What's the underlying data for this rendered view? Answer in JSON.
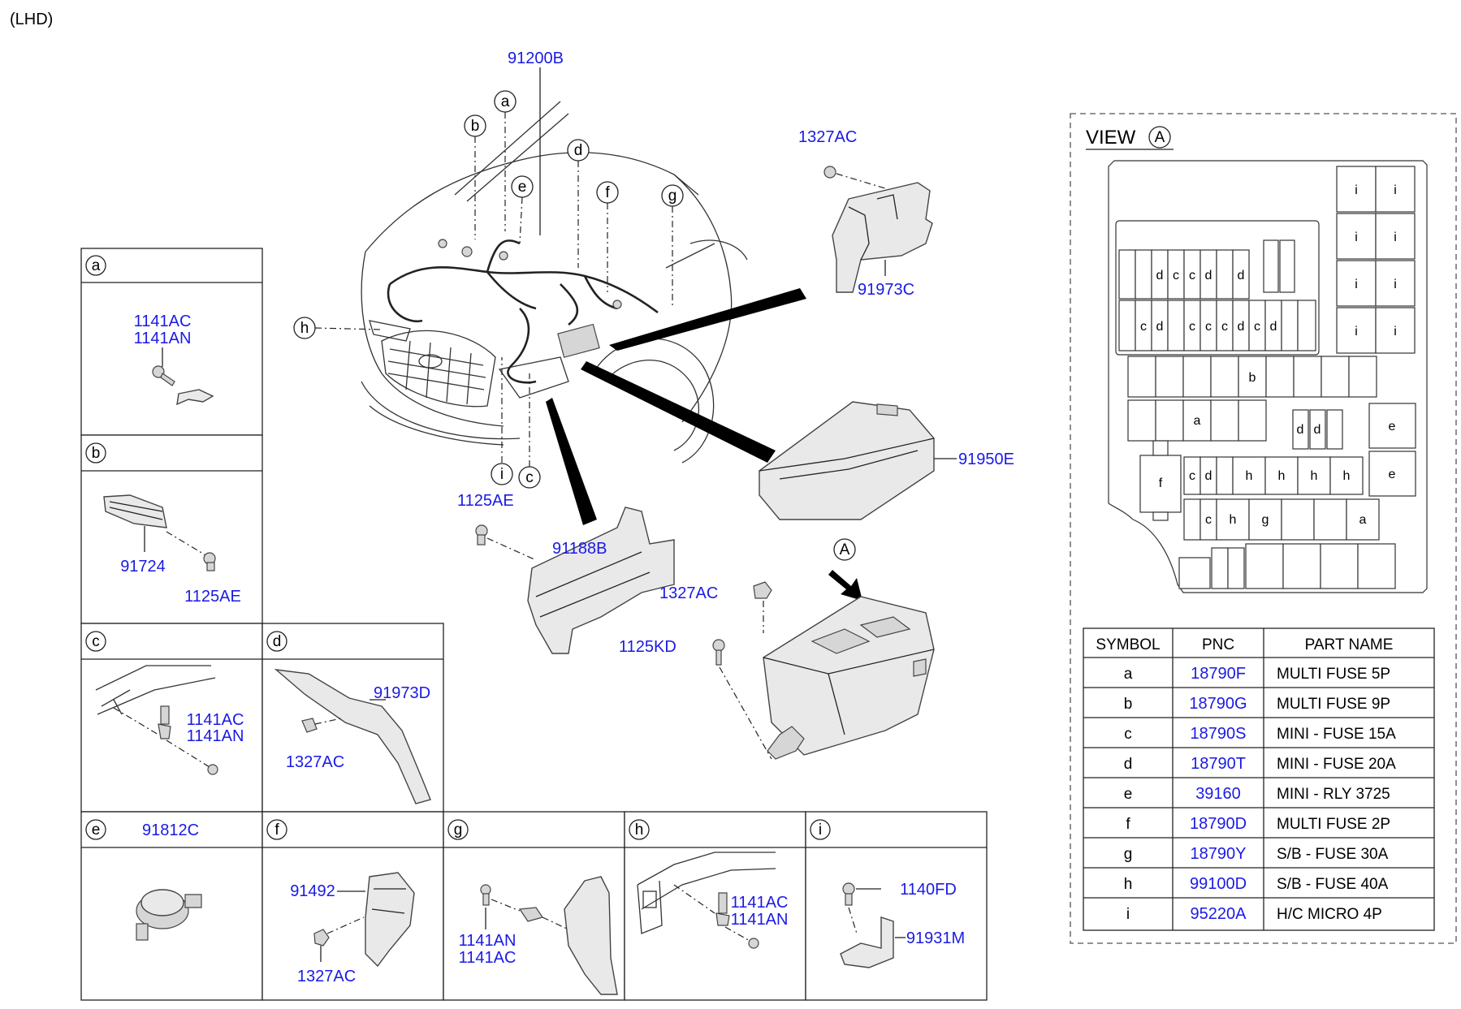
{
  "header": {
    "lhd": "(LHD)"
  },
  "main_labels": {
    "p91200B": "91200B",
    "p1327AC_top": "1327AC",
    "p91973C": "91973C",
    "p91950E": "91950E",
    "p1125AE": "1125AE",
    "p91188B": "91188B",
    "p1327AC_mid": "1327AC",
    "p1125KD": "1125KD",
    "arrowA": "A"
  },
  "callouts": [
    "a",
    "b",
    "c",
    "d",
    "e",
    "f",
    "g",
    "h",
    "i"
  ],
  "panels": {
    "a": {
      "letter": "a",
      "parts": [
        "1141AC",
        "1141AN"
      ]
    },
    "b": {
      "letter": "b",
      "parts": [
        "91724",
        "1125AE"
      ]
    },
    "c": {
      "letter": "c",
      "parts": [
        "1141AC",
        "1141AN"
      ]
    },
    "d": {
      "letter": "d",
      "parts": [
        "91973D",
        "1327AC"
      ]
    },
    "e": {
      "letter": "e",
      "parts": [
        "91812C"
      ]
    },
    "f": {
      "letter": "f",
      "parts": [
        "91492",
        "1327AC"
      ]
    },
    "g": {
      "letter": "g",
      "parts": [
        "1141AN",
        "1141AC"
      ]
    },
    "h": {
      "letter": "h",
      "parts": [
        "1141AC",
        "1141AN"
      ]
    },
    "i": {
      "letter": "i",
      "parts": [
        "1140FD",
        "91931M"
      ]
    }
  },
  "view": {
    "title": "VIEW",
    "circle": "A",
    "fuse_map": {
      "col_i": [
        "i",
        "i",
        "i",
        "i",
        "i",
        "i",
        "i",
        "i"
      ],
      "row1": [
        "d",
        "c",
        "c",
        "d",
        "d"
      ],
      "row2": [
        "c",
        "d",
        "c",
        "c",
        "c",
        "d",
        "c",
        "d"
      ],
      "row3": [
        "b"
      ],
      "row4": [
        "a"
      ],
      "dd": [
        "d",
        "d"
      ],
      "e": [
        "e",
        "e"
      ],
      "f": "f",
      "row5": [
        "c",
        "d",
        "h",
        "h",
        "h",
        "h"
      ],
      "row6": [
        "c",
        "h",
        "g",
        "a"
      ]
    }
  },
  "table": {
    "headers": [
      "SYMBOL",
      "PNC",
      "PART NAME"
    ],
    "rows": [
      {
        "symbol": "a",
        "pnc": "18790F",
        "name": "MULTI FUSE 5P"
      },
      {
        "symbol": "b",
        "pnc": "18790G",
        "name": "MULTI FUSE 9P"
      },
      {
        "symbol": "c",
        "pnc": "18790S",
        "name": "MINI - FUSE 15A"
      },
      {
        "symbol": "d",
        "pnc": "18790T",
        "name": "MINI - FUSE 20A"
      },
      {
        "symbol": "e",
        "pnc": "39160",
        "name": "MINI - RLY 3725"
      },
      {
        "symbol": "f",
        "pnc": "18790D",
        "name": "MULTI FUSE 2P"
      },
      {
        "symbol": "g",
        "pnc": "18790Y",
        "name": "S/B - FUSE 30A"
      },
      {
        "symbol": "h",
        "pnc": "99100D",
        "name": "S/B - FUSE 40A"
      },
      {
        "symbol": "i",
        "pnc": "95220A",
        "name": "H/C MICRO 4P"
      }
    ]
  },
  "colors": {
    "part_number": "#1a1ae6",
    "line": "#222222"
  }
}
